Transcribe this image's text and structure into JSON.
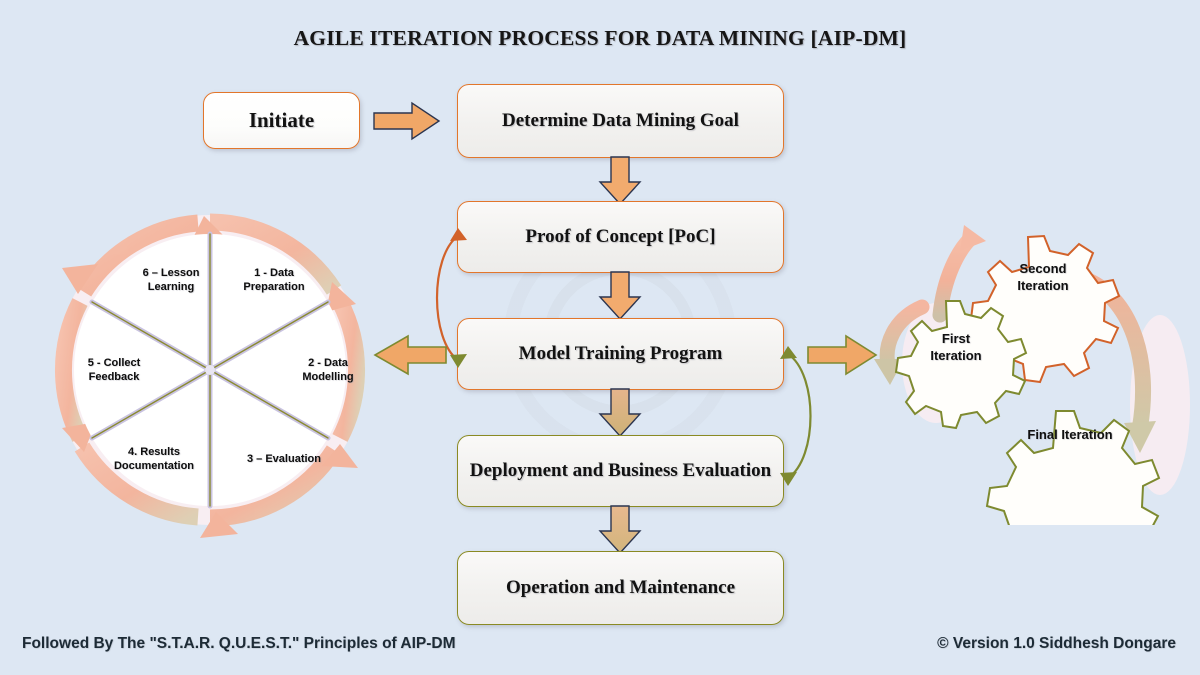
{
  "page": {
    "title": "AGILE ITERATION PROCESS FOR DATA MINING [AIP-DM]",
    "background_color": "#dde7f3"
  },
  "footer": {
    "left": "Followed By The \"S.T.A.R. Q.U.E.S.T.\" Principles of AIP-DM",
    "right": "© Version 1.0 Siddhesh Dongare"
  },
  "colors": {
    "orange_border": "#e2762b",
    "olive_border": "#8a8a23",
    "arrow_orange": "#f0a767",
    "arrow_olive": "#cbb173",
    "cycle_arrow": "#f2b6a0",
    "box_fill": "#f4f3f1"
  },
  "start": {
    "label": "Initiate",
    "arrow_icon": "arrow-right-icon"
  },
  "process": {
    "steps": [
      {
        "label": "Determine Data Mining Goal",
        "border": "orange"
      },
      {
        "label": "Proof of Concept [PoC]",
        "border": "orange"
      },
      {
        "label": "Model Training Program",
        "border": "orange"
      },
      {
        "label": "Deployment and Business Evaluation",
        "border": "olive"
      },
      {
        "label": "Operation and Maintenance",
        "border": "olive"
      }
    ],
    "down_arrows": [
      "arrow-down-icon",
      "arrow-down-icon",
      "arrow-down-icon",
      "arrow-down-icon"
    ],
    "left_feedback_arrow": "arrow-left-icon",
    "right_feedback_arrow": "arrow-right-icon",
    "left_loop_icon": "curved-double-arrow-icon",
    "right_loop_icon": "curved-double-arrow-icon"
  },
  "cycle": {
    "name": "six-phase-iteration-cycle",
    "segments": [
      {
        "index": 1,
        "label": "1 - Data\nPreparation"
      },
      {
        "index": 2,
        "label": "2 - Data\nModelling"
      },
      {
        "index": 3,
        "label": "3 – Evaluation"
      },
      {
        "index": 4,
        "label": "4. Results\nDocumentation"
      },
      {
        "index": 5,
        "label": "5 - Collect\nFeedback"
      },
      {
        "index": 6,
        "label": "6 – Lesson\nLearning"
      }
    ],
    "ring_arrow_icon": "circular-arrow-icon"
  },
  "iterations": {
    "gears": [
      {
        "label": "First\nIteration",
        "border": "olive"
      },
      {
        "label": "Second\nIteration",
        "border": "orange"
      },
      {
        "label": "Final Iteration",
        "border": "olive"
      }
    ],
    "curved_arrows": [
      "curved-arrow-up-icon",
      "curved-arrow-down-icon",
      "curved-arrow-down-right-icon"
    ]
  }
}
